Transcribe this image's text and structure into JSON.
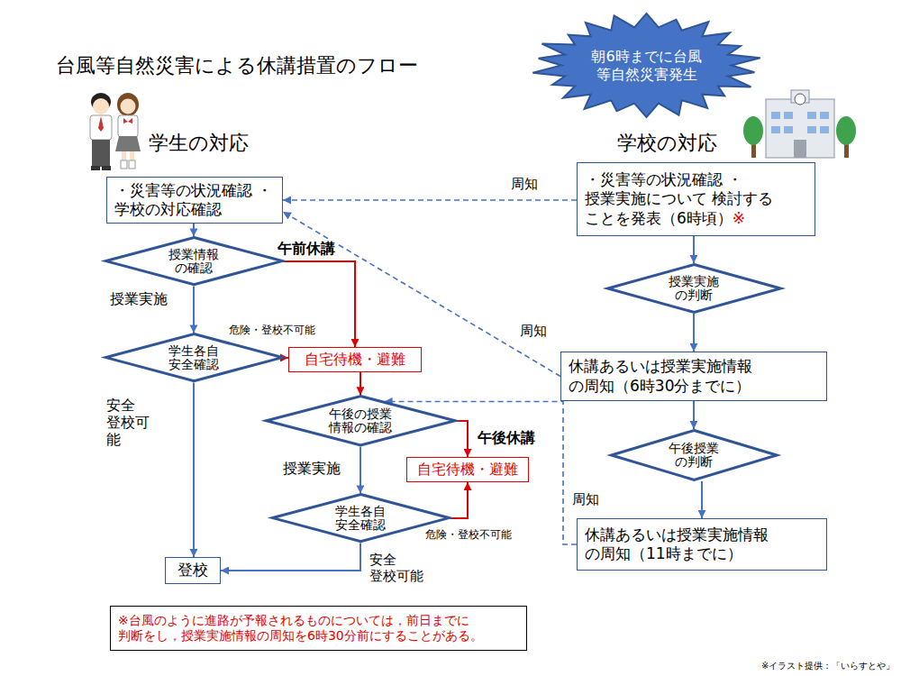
{
  "diagram": {
    "title": "台風等自然災害による休講措置のフロー",
    "nodes": [
      {
        "text": [
          "朝6時までに台風 等自然災害発生"
        ]
      },
      {
        "text": [
          "・災害等の状況確認 ・学校の対応確認"
        ]
      },
      {
        "text": [
          "授業情報 の確認"
        ]
      },
      {
        "text": [
          "学生各自 安全確認"
        ]
      },
      {
        "text": [
          "自宅待機・避難"
        ]
      },
      {
        "text": [
          "午後の授業 情報の確認"
        ]
      },
      {
        "text": [
          "自宅待機・避難"
        ]
      },
      {
        "text": [
          "学生各自 安全確認"
        ]
      },
      {
        "text": [
          "登校"
        ]
      },
      {
        "text": [
          "・災害等の状況確認 ・授業実施について 検討する ことを発表（6時頃）",
          "※"
        ]
      },
      {
        "text": [
          "授業実施 の判断"
        ]
      },
      {
        "text": [
          "休講あるいは授業実施情報 の周知（6時30分までに）"
        ]
      },
      {
        "text": [
          "午後授業 の判断"
        ]
      },
      {
        "text": [
          "休講あるいは授業実施情報 の周知（11時までに）"
        ]
      },
      {
        "text": [
          "※台風のように進路が予報されるものについては，前日までに 判断をし，授業実施情報の周知を6時30分前にすることがある。"
        ]
      }
    ],
    "edges": [
      {
        "from": 9,
        "to": 1,
        "arrow": "to",
        "label": "周知"
      },
      {
        "from": 11,
        "to": 1,
        "arrow": "to",
        "label": "周知"
      },
      {
        "from": 13,
        "to": 5,
        "arrow": "to",
        "label": "周知"
      },
      {
        "from": 1,
        "to": 2,
        "arrow": "to"
      },
      {
        "from": 2,
        "to": 3,
        "arrow": "to",
        "label": "授業実施"
      },
      {
        "from": 2,
        "to": 4,
        "arrow": "to",
        "label": "午前休講"
      },
      {
        "from": 3,
        "to": 4,
        "arrow": "to",
        "label": "危険・登校不可能"
      },
      {
        "from": 3,
        "to": 8,
        "arrow": "to",
        "label": "安全 登校可能"
      },
      {
        "from": 4,
        "to": 5,
        "arrow": "to"
      },
      {
        "from": 5,
        "to": 7,
        "arrow": "to",
        "label": "授業実施"
      },
      {
        "from": 5,
        "to": 6,
        "arrow": "to",
        "label": "午後休講"
      },
      {
        "from": 7,
        "to": 6,
        "arrow": "to",
        "label": "危険・登校不可能"
      },
      {
        "from": 7,
        "to": 8,
        "arrow": "to",
        "label": "安全 登校可能"
      },
      {
        "from": 9,
        "to": 10,
        "arrow": "to"
      },
      {
        "from": 10,
        "to": 11,
        "arrow": "to"
      },
      {
        "from": 11,
        "to": 12,
        "arrow": "to"
      },
      {
        "from": 12,
        "to": 13,
        "arrow": "to"
      }
    ],
    "labels": [
      "学生の対応",
      "学校の対応",
      "※イラスト提供：「いらすとや」"
    ]
  }
}
